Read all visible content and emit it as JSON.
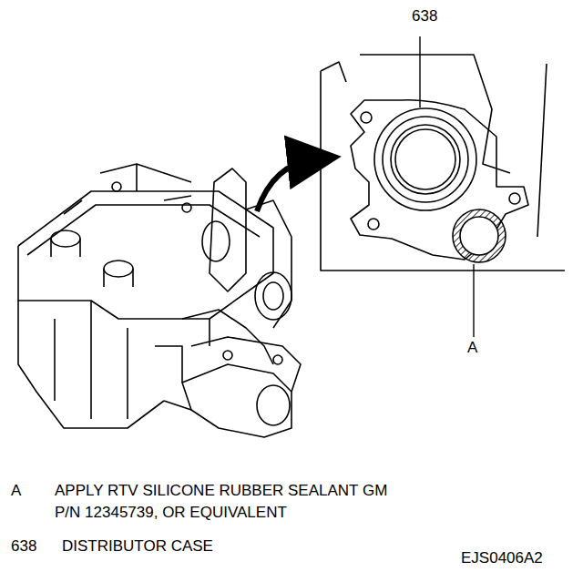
{
  "diagram": {
    "labels": [
      "638",
      "A",
      "A",
      "APPLY RTV SILICONE RUBBER SEALANT GM P/N 12345739, OR EQUIVALENT",
      "638",
      "DISTRIBUTOR CASE",
      "EJS0406A2"
    ]
  }
}
